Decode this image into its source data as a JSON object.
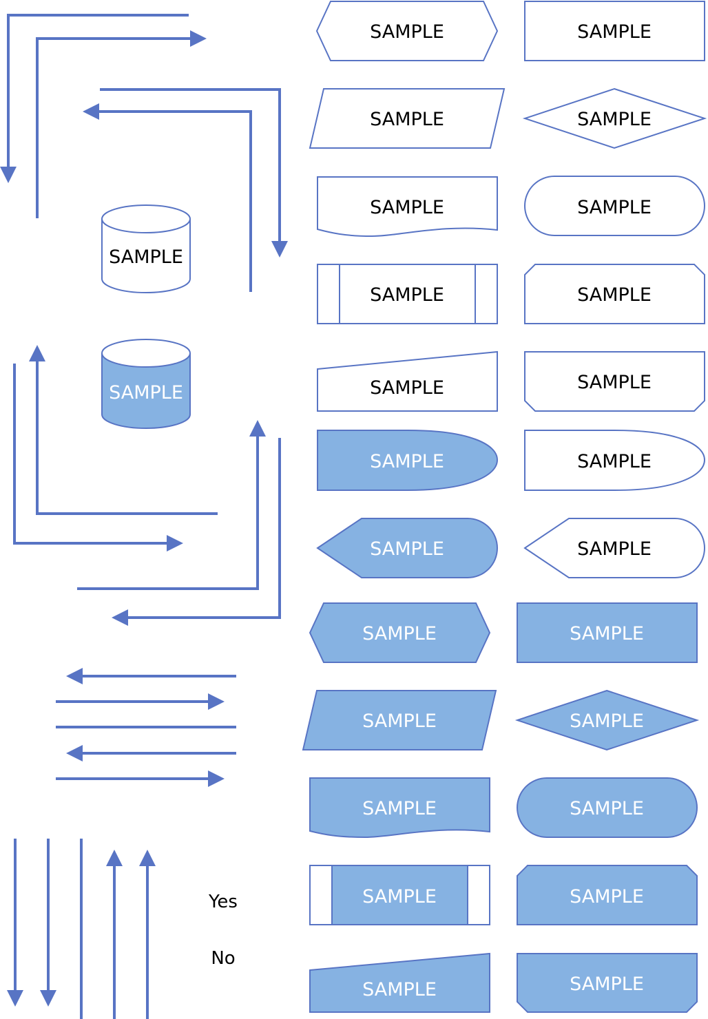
{
  "colors": {
    "stroke": "#5874C4",
    "fill": "#86B2E2",
    "text_dark": "#000000",
    "text_light": "#FFFFFF",
    "background": "#FFFFFF"
  },
  "labels": {
    "sample": "SAMPLE",
    "yes": "Yes",
    "no": "No"
  },
  "shapes": [
    {
      "id": "hexagon-outline",
      "label": "SAMPLE",
      "filled": false
    },
    {
      "id": "rectangle-outline",
      "label": "SAMPLE",
      "filled": false
    },
    {
      "id": "parallelogram-outline",
      "label": "SAMPLE",
      "filled": false
    },
    {
      "id": "diamond-outline",
      "label": "SAMPLE",
      "filled": false
    },
    {
      "id": "document-outline",
      "label": "SAMPLE",
      "filled": false
    },
    {
      "id": "terminator-outline",
      "label": "SAMPLE",
      "filled": false
    },
    {
      "id": "predefined-process-outline",
      "label": "SAMPLE",
      "filled": false
    },
    {
      "id": "chamfer-top-outline",
      "label": "SAMPLE",
      "filled": false
    },
    {
      "id": "manual-input-outline",
      "label": "SAMPLE",
      "filled": false
    },
    {
      "id": "chamfer-bottom-outline",
      "label": "SAMPLE",
      "filled": false
    },
    {
      "id": "delay-filled",
      "label": "SAMPLE",
      "filled": true
    },
    {
      "id": "delay-outline",
      "label": "SAMPLE",
      "filled": false
    },
    {
      "id": "display-filled",
      "label": "SAMPLE",
      "filled": true
    },
    {
      "id": "display-outline",
      "label": "SAMPLE",
      "filled": false
    },
    {
      "id": "hexagon-filled",
      "label": "SAMPLE",
      "filled": true
    },
    {
      "id": "rectangle-filled",
      "label": "SAMPLE",
      "filled": true
    },
    {
      "id": "parallelogram-filled",
      "label": "SAMPLE",
      "filled": true
    },
    {
      "id": "diamond-filled",
      "label": "SAMPLE",
      "filled": true
    },
    {
      "id": "document-filled",
      "label": "SAMPLE",
      "filled": true
    },
    {
      "id": "terminator-filled",
      "label": "SAMPLE",
      "filled": true
    },
    {
      "id": "predefined-process-filled",
      "label": "SAMPLE",
      "filled": true
    },
    {
      "id": "chamfer-top-filled",
      "label": "SAMPLE",
      "filled": true
    },
    {
      "id": "manual-input-filled",
      "label": "SAMPLE",
      "filled": true
    },
    {
      "id": "chamfer-bottom-filled",
      "label": "SAMPLE",
      "filled": true
    },
    {
      "id": "database-outline",
      "label": "SAMPLE",
      "filled": false
    },
    {
      "id": "database-filled",
      "label": "SAMPLE",
      "filled": true
    }
  ]
}
